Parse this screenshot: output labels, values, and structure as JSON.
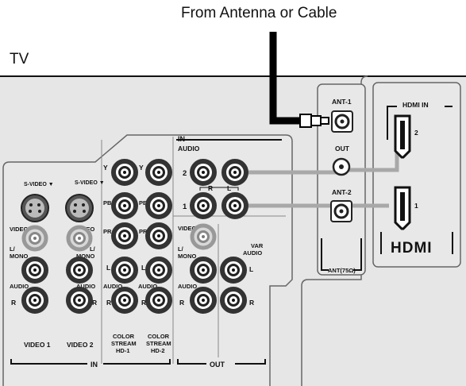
{
  "caption_top": "From Antenna or Cable",
  "caption_tv": "TV",
  "left_panel": {
    "svideo_labels": [
      "S-VIDEO ▼",
      "S-VIDEO ▼"
    ],
    "video_label": "VIDEO",
    "lmono_left": "L/\nMONO",
    "lmono_right": "L/\nMONO",
    "audio": "AUDIO",
    "r": "R",
    "l": "L",
    "input_names": [
      "VIDEO 1",
      "VIDEO 2"
    ],
    "component": {
      "y": "Y",
      "pb": "PB",
      "pr": "PR",
      "names": [
        "COLOR\nSTREAM\nHD-1",
        "COLOR\nSTREAM\nHD-2"
      ]
    },
    "in_label": "IN"
  },
  "in_audio_panel": {
    "title": "IN",
    "subtitle": "AUDIO",
    "row_labels": [
      "2",
      "1"
    ],
    "r": "R",
    "l": "L"
  },
  "out_panel": {
    "video": "VIDEO",
    "lmono": "L/\nMONO",
    "audio": "AUDIO",
    "r": "R",
    "var_audio": "VAR\nAUDIO",
    "l": "L",
    "out_label": "OUT"
  },
  "ant_panel": {
    "ant1": "ANT-1",
    "out": "OUT",
    "ant2": "ANT-2",
    "footer": "ANT(75Ω)"
  },
  "hdmi_panel": {
    "title": "HDMI IN",
    "ports": [
      "2",
      "1"
    ],
    "logo": "HDMI"
  },
  "colors": {
    "panel_bg": "#e6e6e6",
    "jack_ring": "#333333",
    "cable": "#000000",
    "gray_cable": "#a8a8a8"
  }
}
